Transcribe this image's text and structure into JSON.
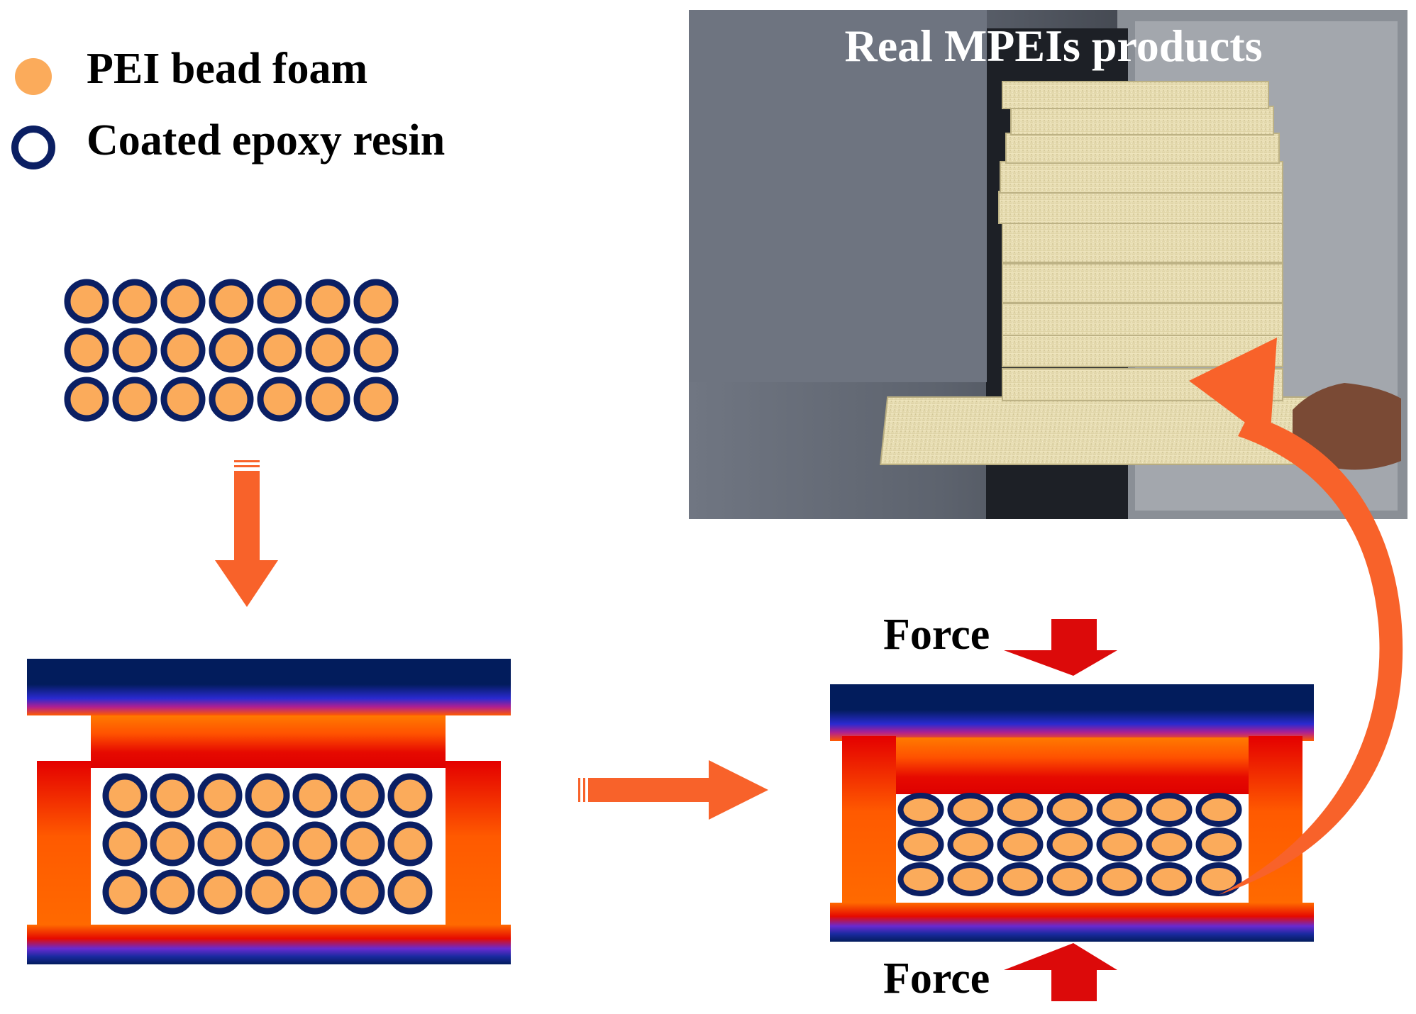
{
  "legend": {
    "items": [
      {
        "label": "PEI bead foam",
        "icon": "filled-orange-circle-icon"
      },
      {
        "label": "Coated epoxy resin",
        "icon": "navy-ring-icon"
      }
    ]
  },
  "photo": {
    "title": "Real MPEIs products"
  },
  "press": {
    "force_top": "Force",
    "force_bottom": "Force"
  },
  "colors": {
    "bead": "#fbab5b",
    "ring": "#0b1f63",
    "arrow": "#f8622a",
    "force_arrow": "#dc0a0a",
    "plate_dark": "#021c5c",
    "plate_red": "#e60a00",
    "plate_orange": "#ff6a00"
  },
  "bead_grid": {
    "rows": 3,
    "cols": 7
  }
}
